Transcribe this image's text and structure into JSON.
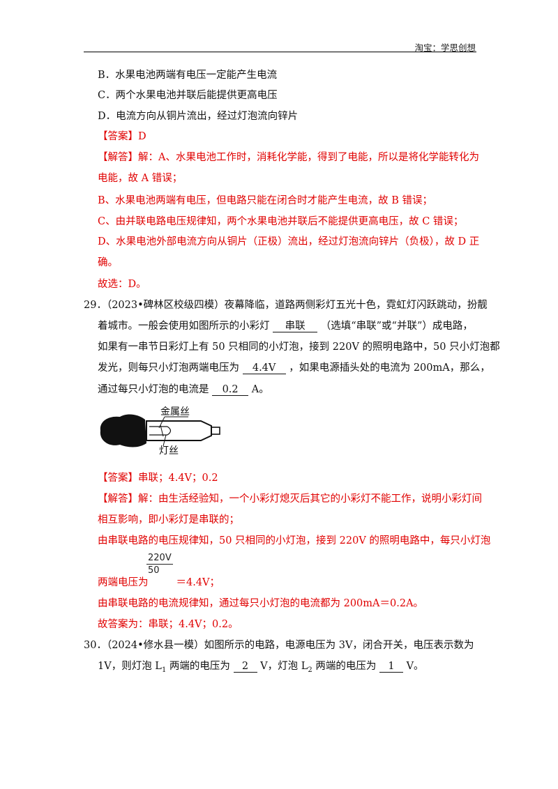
{
  "header": {
    "text": "淘宝：学思创想"
  },
  "options": {
    "b": "B．水果电池两端有电压一定能产生电流",
    "c": "C．两个水果电池并联后能提供更高电压",
    "d": "D．电流方向从铜片流出，经过灯泡流向锌片"
  },
  "q28": {
    "answer": "【答案】D",
    "analysis_l1": "【解答】解：A、水果电池工作时，消耗化学能，得到了电能，所以是将化学能转化为",
    "analysis_l2": "电能，故 A 错误；",
    "analysis_l3": "B、水果电池两端有电压，但电路只能在闭合时才能产生电流，故 B 错误；",
    "analysis_l4": "C、由并联电路电压规律知，两个水果电池并联后不能提供更高电压，故 C 错误；",
    "analysis_l5": "D、水果电池外部电流方向从铜片（正极）流出，经过灯泡流向锌片（负极），故 D 正",
    "analysis_l6": "确。",
    "choose": "故选：D。"
  },
  "q29": {
    "l1": "29．（2023•碑林区校级四模）夜幕降临，道路两侧彩灯五光十色，霓虹灯闪跃跳动，扮靓",
    "l2_a": "着城市。一般会使用如图所示的小彩灯",
    "blank1": "串联",
    "l2_b": "（选填“串联”或“并联”）成电路，",
    "l3": "如果有一串节日彩灯上有 50 只相同的小灯泡，接到 220V 的照明电路中，50 只小灯泡都",
    "l4_a": "发光，则每只小灯泡两端电压为",
    "blank2": "4.4V",
    "l4_b": "，如果电源插头处的电流为 200mA，那么，",
    "l5_a": "通过每只小灯泡的电流是",
    "blank3": "0.2",
    "l5_b": "A。",
    "figure_label_top": "金属丝",
    "figure_label_bottom": "灯丝",
    "answer": "【答案】串联；4.4V；0.2",
    "analysis_l1": "【解答】解：由生活经验知，一个小彩灯熄灭后其它的小彩灯不能工作，说明小彩灯间",
    "analysis_l2": "相互影响，即小彩灯是串联的；",
    "analysis_l3": "由串联电路的电压规律知，50 只相同的小灯泡，接到 220V 的照明电路中，每只小灯泡",
    "frac_num": "220V",
    "frac_den": "50",
    "analysis_l4_a": "两端电压为",
    "analysis_l4_b": "＝4.4V；",
    "analysis_l5": "由串联电路的电流规律知，通过每只小灯泡的电流都为 200mA＝0.2A。",
    "final": "故答案为：串联；4.4V；0.2。"
  },
  "q30": {
    "l1": "30．（2024•修水县一模）如图所示的电路，电源电压为 3V，闭合开关，电压表示数为",
    "l2_a": "1V，则灯泡 L",
    "sub1": "1",
    "l2_b": "两端的电压为",
    "blank1": "2",
    "l2_c": "V，灯泡 L",
    "sub2": "2",
    "l2_d": "两端的电压为",
    "blank2": "1",
    "l2_e": "V。"
  }
}
